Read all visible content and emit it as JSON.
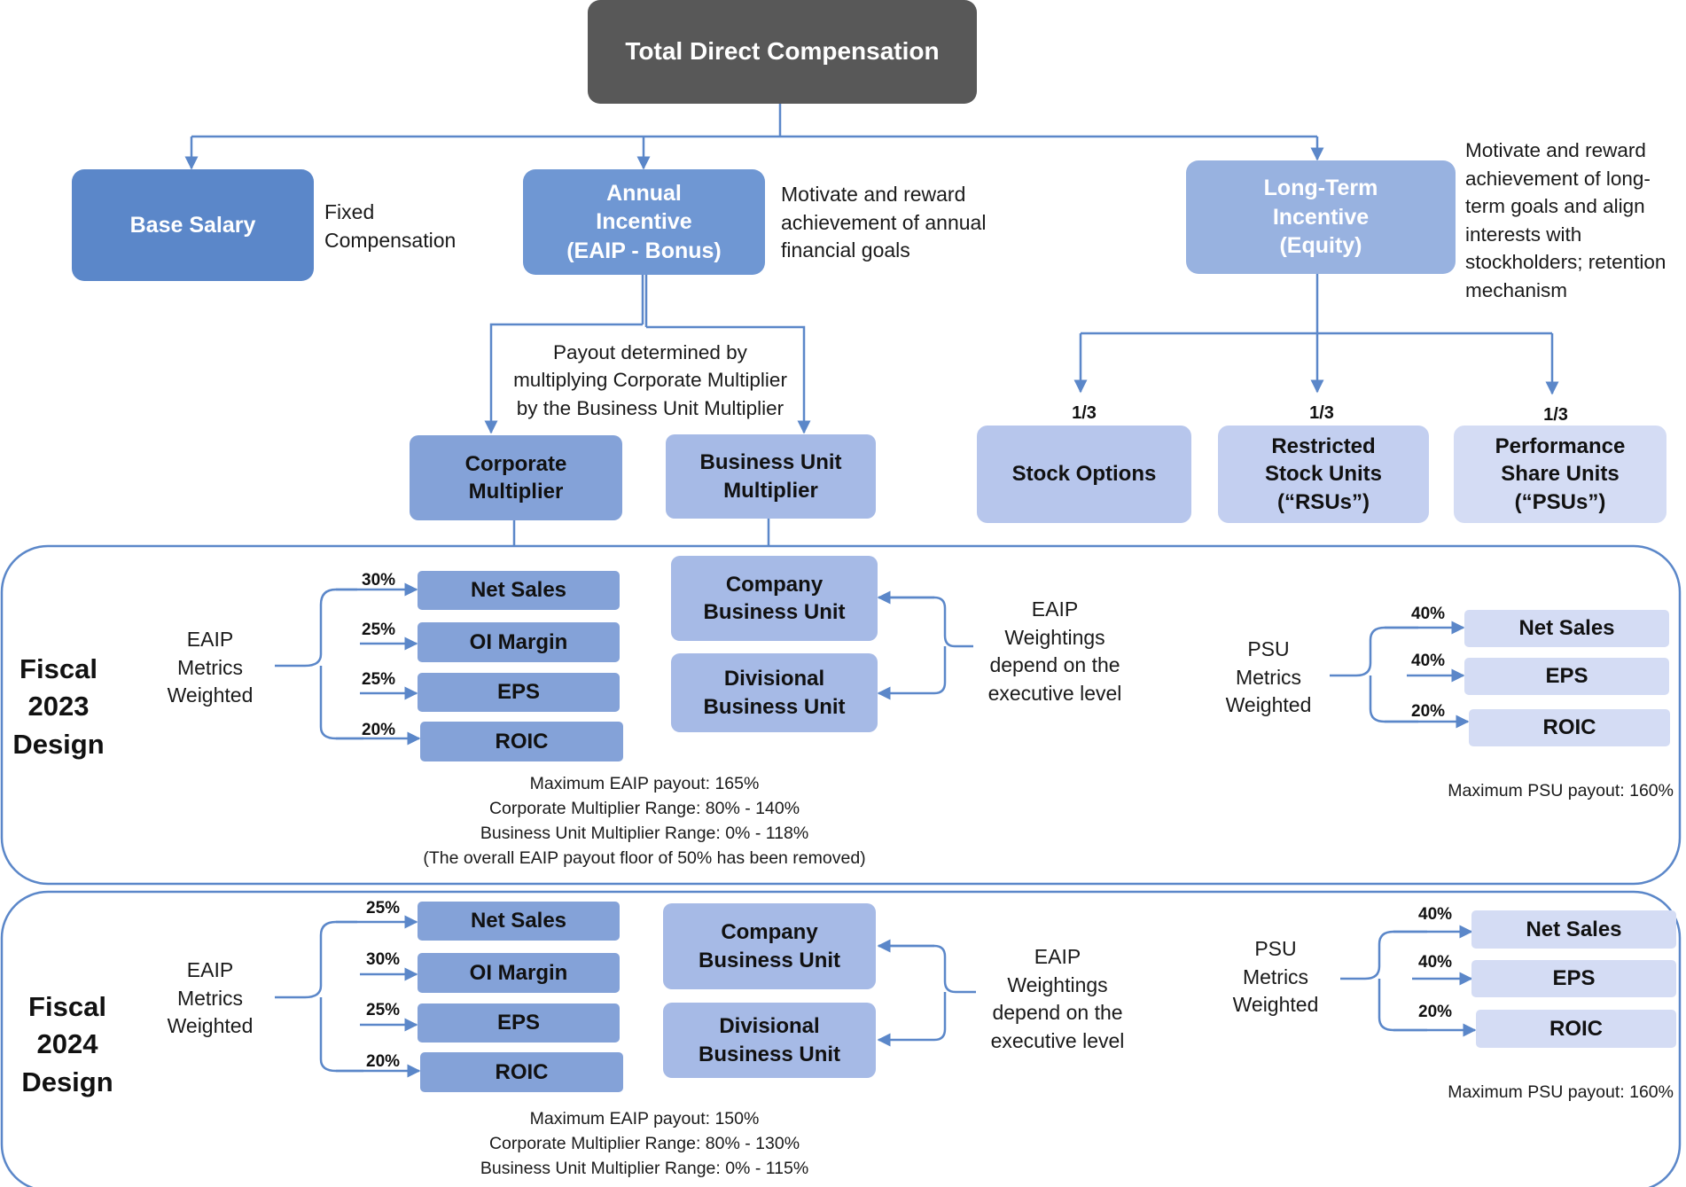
{
  "top": {
    "title": "Total Direct Compensation"
  },
  "base": {
    "label": "Base Salary",
    "note": "Fixed\nCompensation"
  },
  "annual": {
    "label": "Annual\nIncentive\n(EAIP - Bonus)",
    "note": "Motivate and reward\nachievement of annual\nfinancial goals"
  },
  "lti": {
    "label": "Long-Term\nIncentive\n(Equity)",
    "note": "Motivate and reward\nachievement of long-\nterm goals and align\ninterests with\nstockholders; retention\nmechanism"
  },
  "payout_note": "Payout determined by\nmultiplying Corporate Multiplier\nby the Business Unit Multiplier",
  "multipliers": {
    "corporate": "Corporate\nMultiplier",
    "business_unit": "Business Unit\nMultiplier"
  },
  "equity": [
    {
      "share": "1/3",
      "label": "Stock Options"
    },
    {
      "share": "1/3",
      "label": "Restricted\nStock Units\n(“RSUs”)"
    },
    {
      "share": "1/3",
      "label": "Performance\nShare Units\n(“PSUs”)"
    }
  ],
  "fy2023": {
    "design": "Fiscal\n2023\nDesign",
    "eaip_label": "EAIP\nMetrics\nWeighted",
    "eaip_metrics": [
      {
        "pct": "30%",
        "name": "Net Sales"
      },
      {
        "pct": "25%",
        "name": "OI Margin"
      },
      {
        "pct": "25%",
        "name": "EPS"
      },
      {
        "pct": "20%",
        "name": "ROIC"
      }
    ],
    "units": [
      "Company\nBusiness Unit",
      "Divisional\nBusiness Unit"
    ],
    "weightings_note": "EAIP\nWeightings\ndepend on the\nexecutive level",
    "psu_label": "PSU\nMetrics\nWeighted",
    "psu_metrics": [
      {
        "pct": "40%",
        "name": "Net Sales"
      },
      {
        "pct": "40%",
        "name": "EPS"
      },
      {
        "pct": "20%",
        "name": "ROIC"
      }
    ],
    "eaip_notes": "Maximum EAIP payout: 165%\nCorporate Multiplier Range: 80% - 140%\nBusiness Unit Multiplier Range: 0% - 118%\n(The overall EAIP payout floor of 50% has been removed)",
    "psu_note": "Maximum PSU payout: 160%"
  },
  "fy2024": {
    "design": "Fiscal\n2024\nDesign",
    "eaip_label": "EAIP\nMetrics\nWeighted",
    "eaip_metrics": [
      {
        "pct": "25%",
        "name": "Net Sales"
      },
      {
        "pct": "30%",
        "name": "OI Margin"
      },
      {
        "pct": "25%",
        "name": "EPS"
      },
      {
        "pct": "20%",
        "name": "ROIC"
      }
    ],
    "units": [
      "Company\nBusiness Unit",
      "Divisional\nBusiness Unit"
    ],
    "weightings_note": "EAIP\nWeightings\ndepend on the\nexecutive level",
    "psu_label": "PSU\nMetrics\nWeighted",
    "psu_metrics": [
      {
        "pct": "40%",
        "name": "Net Sales"
      },
      {
        "pct": "40%",
        "name": "EPS"
      },
      {
        "pct": "20%",
        "name": "ROIC"
      }
    ],
    "eaip_notes": "Maximum EAIP payout: 150%\nCorporate Multiplier Range: 80% - 130%\nBusiness Unit Multiplier Range: 0% - 115%",
    "psu_note": "Maximum PSU payout: 160%"
  },
  "colors": {
    "top": "#585858",
    "base": "#5b87c9",
    "annual": "#6f97d3",
    "lti": "#98b2e0",
    "corporate": "#84a2d8",
    "business_unit": "#a6bae6",
    "psu": "#d4dcf4",
    "connector": "#5b87c9"
  }
}
